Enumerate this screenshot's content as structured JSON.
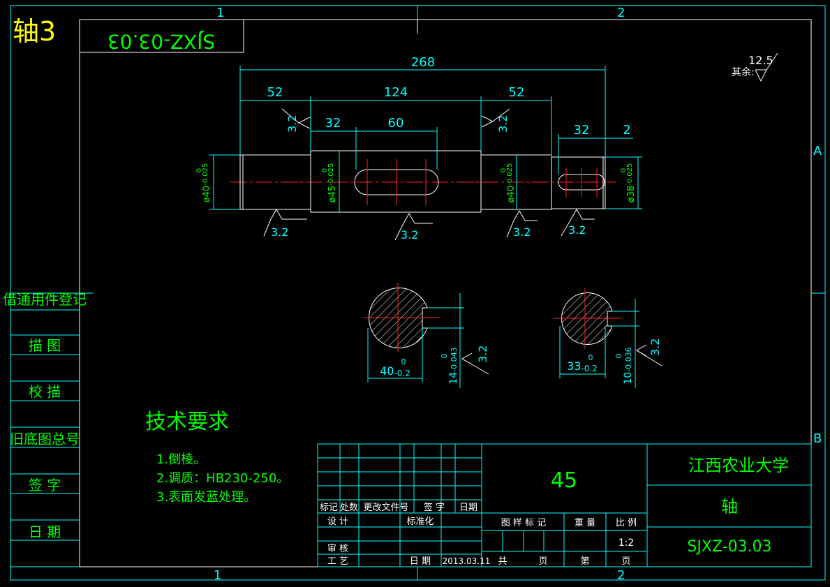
{
  "sheet_label": "轴3",
  "drawing_number_flipped": "SJXZ-03.03",
  "frame_marks": {
    "col1": "1",
    "col2": "2",
    "rowA": "A",
    "rowB": "B"
  },
  "roughness_other": {
    "label": "其余:",
    "value": "12.5"
  },
  "dimensions": {
    "overall": "268",
    "seg_left": "52",
    "seg_middle": "124",
    "seg_right": "52",
    "key1_offset": "32",
    "key1_length": "60",
    "key2_length": "32",
    "key2_offset": "2",
    "dia_left_main": "ø40",
    "dia_left_tol": "-0.025",
    "dia_mid_main": "ø45",
    "dia_mid_tol": "-0.025",
    "dia_right_main": "ø40",
    "dia_right_tol": "-0.025",
    "dia_end_main": "ø38",
    "dia_end_tol": "-0.025",
    "tol_zero": "0",
    "sec1_depth_main": "40",
    "sec1_depth_tol": "-0.2",
    "sec1_width_main": "14",
    "sec1_width_tol": "-0.043",
    "sec2_depth_main": "33",
    "sec2_depth_tol": "-0.2",
    "sec2_width_main": "10",
    "sec2_width_tol": "-0.036"
  },
  "roughness_marks": [
    "3.2",
    "3.2",
    "3.2",
    "3.2",
    "3.2",
    "3.2",
    "3.2",
    "3.2"
  ],
  "tech_requirements": {
    "title": "技术要求",
    "items": [
      "1.倒棱。",
      "2.调质：HB230-250。",
      "3.表面发蓝处理。"
    ]
  },
  "side_table": [
    "借通用件登记",
    "描  图",
    "校  描",
    "旧底图总号",
    "签  字",
    "日  期"
  ],
  "title_block": {
    "material": "45",
    "school": "江西农业大学",
    "part_name": "轴",
    "drawing_no": "SJXZ-03.03",
    "rev_header": [
      "标记",
      "处数",
      "更改文件号",
      "签  字",
      "日期"
    ],
    "design": "设 计",
    "standardize": "标准化",
    "review": "审 核",
    "process": "工 艺",
    "date_label": "日 期",
    "date_value": "2013.03.11",
    "stage_mark": "图 样 标 记",
    "weight": "重 量",
    "scale": "比 例",
    "scale_value": "1:2",
    "total_label": "共",
    "sheet_label": "页",
    "no_label": "第",
    "page_label": "页"
  }
}
